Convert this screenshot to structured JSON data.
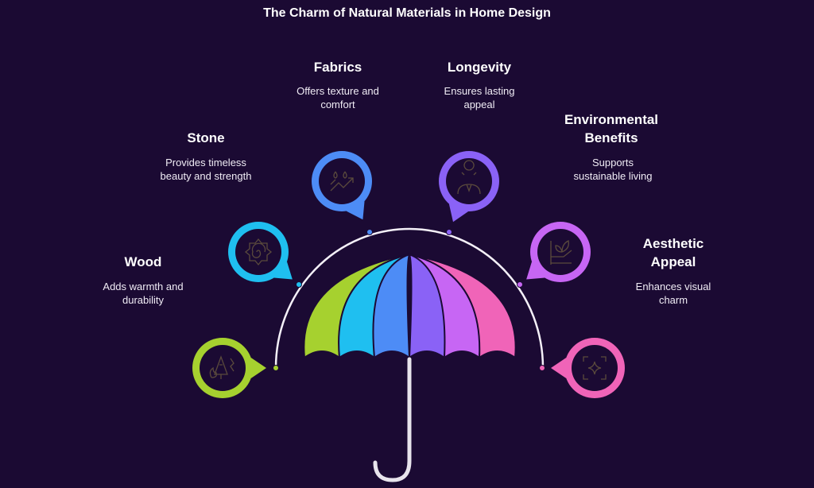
{
  "title": "The Charm of Natural Materials in Home Design",
  "items": [
    {
      "title": "Wood",
      "desc": "Adds warmth and durability",
      "color": "#a6d12f",
      "icon": "tree-fire-icon"
    },
    {
      "title": "Stone",
      "desc": "Provides timeless beauty and strength",
      "color": "#1fbff0",
      "icon": "sun-spiral-icon"
    },
    {
      "title": "Fabrics",
      "desc": "Offers texture and comfort",
      "color": "#4d8cf6",
      "icon": "drops-trend-icon"
    },
    {
      "title": "Longevity",
      "desc": "Ensures lasting appeal",
      "color": "#8a62f6",
      "icon": "elder-person-icon"
    },
    {
      "title": "Environmental Benefits",
      "desc": "Supports sustainable living",
      "color": "#c766f4",
      "icon": "plant-hand-icon"
    },
    {
      "title": "Aesthetic Appeal",
      "desc": "Enhances visual charm",
      "color": "#f064b8",
      "icon": "sparkle-frame-icon"
    }
  ]
}
